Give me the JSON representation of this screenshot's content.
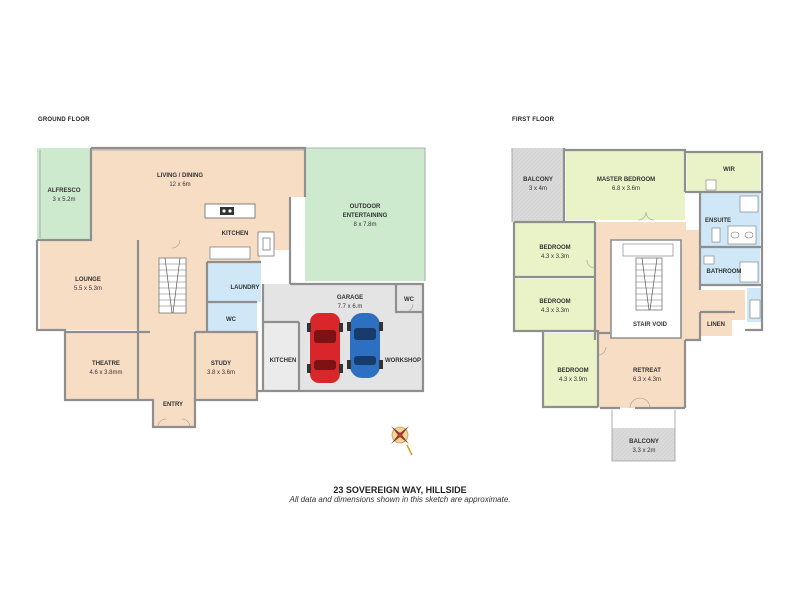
{
  "colors": {
    "living": "#f8ddc5",
    "outdoor": "#cdeacf",
    "wet": "#cfe7f7",
    "bedroom": "#eaf3c8",
    "garage": "#e4e4e4",
    "balcony": "#dadada",
    "wall": "#8f8f8f"
  },
  "ground": {
    "title": "GROUND FLOOR",
    "alfresco": {
      "name": "ALFRESCO",
      "dims": "3 x 5.2m"
    },
    "living": {
      "name": "LIVING / DINING",
      "dims": "12 x 6m"
    },
    "outdoor": {
      "name": "OUTDOOR",
      "name2": "ENTERTAINING",
      "dims": "8 x 7.8m"
    },
    "kitchen": {
      "name": "KITCHEN"
    },
    "lounge": {
      "name": "LOUNGE",
      "dims": "5.5 x 5.3m"
    },
    "laundry": {
      "name": "LAUNDRY"
    },
    "garage": {
      "name": "GARAGE",
      "dims": "7.7 x 6.m"
    },
    "wc1": {
      "name": "WC"
    },
    "wc2": {
      "name": "WC"
    },
    "kitchen2": {
      "name": "KITCHEN"
    },
    "workshop": {
      "name": "WORKSHOP"
    },
    "theatre": {
      "name": "THEATRE",
      "dims": "4.6 x 3.8mm"
    },
    "study": {
      "name": "STUDY",
      "dims": "3.8 x 3.6m"
    },
    "entry": {
      "name": "ENTRY"
    }
  },
  "first": {
    "title": "FIRST FLOOR",
    "balcony1": {
      "name": "BALCONY",
      "dims": "3 x 4m"
    },
    "master": {
      "name": "MASTER BEDROOM",
      "dims": "6.8 x 3.6m"
    },
    "wir": {
      "name": "WIR"
    },
    "ensuite": {
      "name": "ENSUITE"
    },
    "bed1": {
      "name": "BEDROOM",
      "dims": "4.3 x 3.3m"
    },
    "bathroom": {
      "name": "BATHROOM"
    },
    "bed2": {
      "name": "BEDROOM",
      "dims": "4.3 x 3.3m"
    },
    "stairvoid": {
      "name": "STAIR VOID"
    },
    "linen": {
      "name": "LINEN"
    },
    "bed3": {
      "name": "BEDROOM",
      "dims": "4.3 x 3.9m"
    },
    "retreat": {
      "name": "RETREAT",
      "dims": "6.3 x 4.3m"
    },
    "balcony2": {
      "name": "BALCONY",
      "dims": "3.3 x 2m"
    }
  },
  "address": "23 SOVEREIGN  WAY, HILLSIDE",
  "disclaimer": "All data and dimensions shown in this sketch are approximate."
}
